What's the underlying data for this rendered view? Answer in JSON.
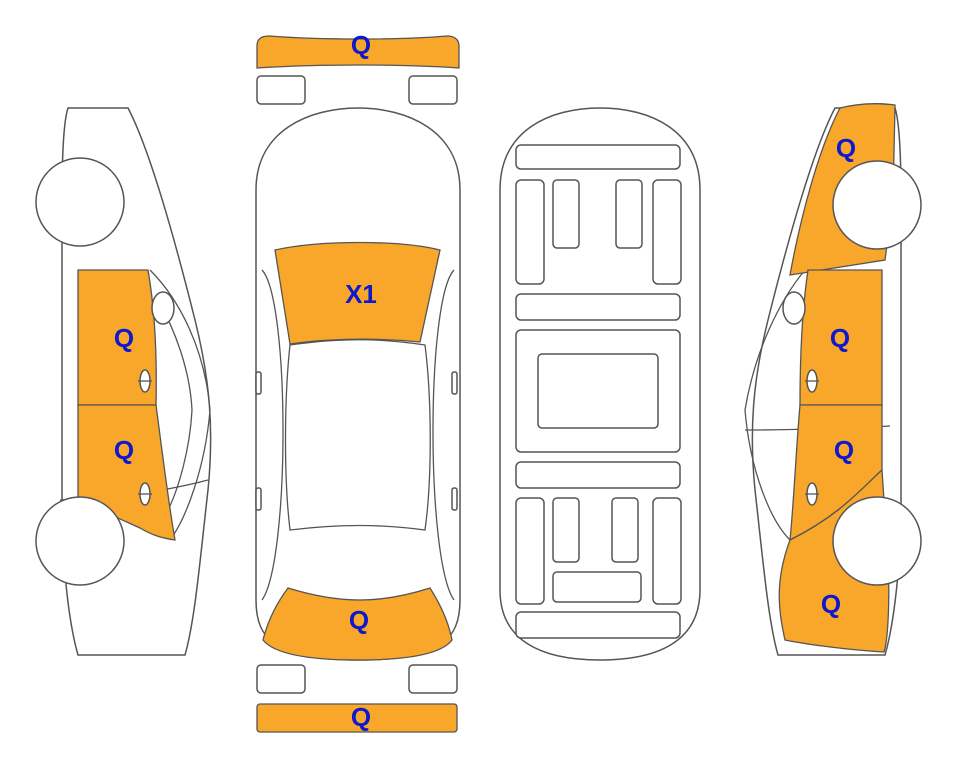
{
  "colors": {
    "damage_fill": "#f9a72b",
    "code_text": "#0f19cc",
    "outline": "#555555"
  },
  "panels": {
    "front_bumper": {
      "code": "Q",
      "damaged": true
    },
    "windshield": {
      "code": "X1",
      "damaged": true
    },
    "trunk_rear": {
      "code": "Q",
      "damaged": true
    },
    "rear_bumper": {
      "code": "Q",
      "damaged": true
    },
    "left_front_door": {
      "code": "Q",
      "damaged": true
    },
    "left_rear_door": {
      "code": "Q",
      "damaged": true
    },
    "right_front_fender": {
      "code": "Q",
      "damaged": true
    },
    "right_front_door": {
      "code": "Q",
      "damaged": true
    },
    "right_rear_door": {
      "code": "Q",
      "damaged": true
    },
    "right_rear_quarter": {
      "code": "Q",
      "damaged": true
    }
  }
}
